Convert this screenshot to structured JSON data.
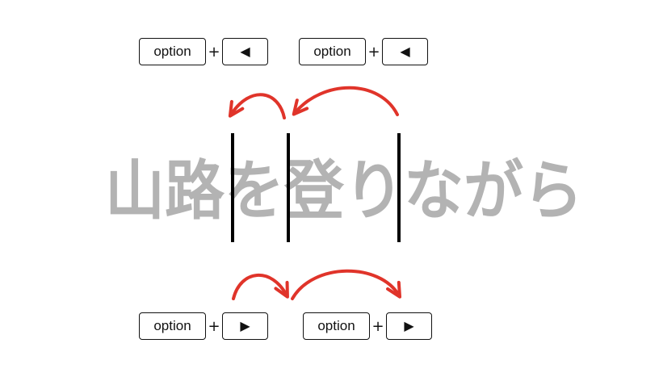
{
  "top_keys": [
    {
      "modifier": "option",
      "arrow": "◀"
    },
    {
      "modifier": "option",
      "arrow": "◀"
    }
  ],
  "bottom_keys": [
    {
      "modifier": "option",
      "arrow": "▶"
    },
    {
      "modifier": "option",
      "arrow": "▶"
    }
  ],
  "plus": "+",
  "sentence": "山路を登りながら",
  "colors": {
    "arrow": "#e0342a",
    "text": "#b3b3b3",
    "cursor": "#000000"
  },
  "icons": {
    "left": "left-triangle-icon",
    "right": "right-triangle-icon"
  }
}
